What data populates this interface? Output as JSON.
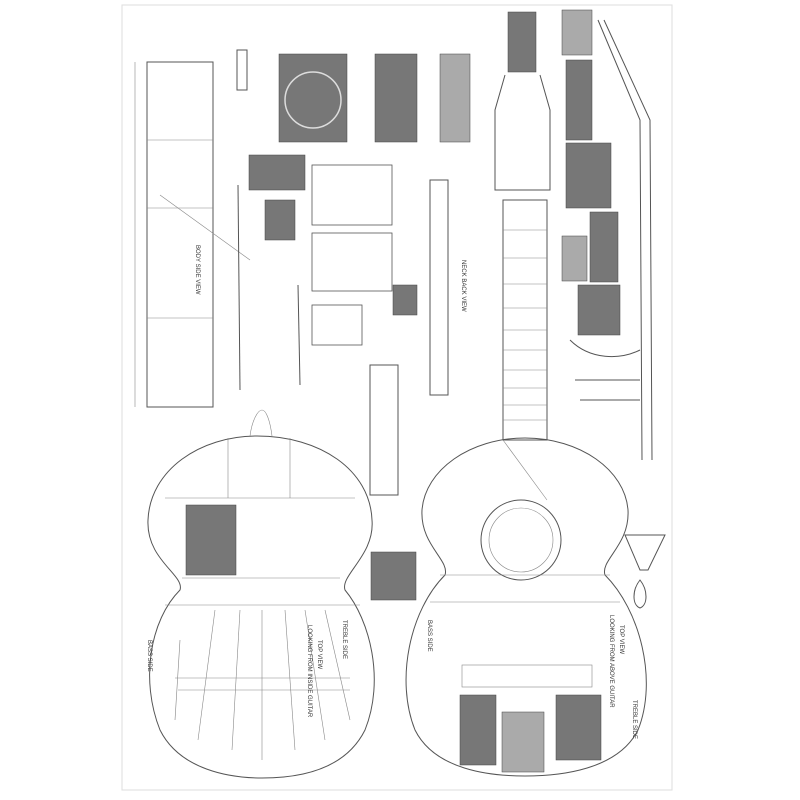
{
  "plan": {
    "left_view": {
      "title": "TOP VIEW",
      "subtitle": "LOOKING FROM INSIDE GUITAR",
      "bass_label": "BASS SIDE",
      "treble_label": "TREBLE SIDE"
    },
    "right_view": {
      "title": "TOP VIEW",
      "subtitle": "LOOKING FROM ABOVE GUITAR",
      "bass_label": "BASS SIDE",
      "treble_label": "TREBLE SIDE"
    },
    "body_side_view": "BODY SIDE VIEW",
    "neck_back_view": "NECK BACK VIEW"
  }
}
